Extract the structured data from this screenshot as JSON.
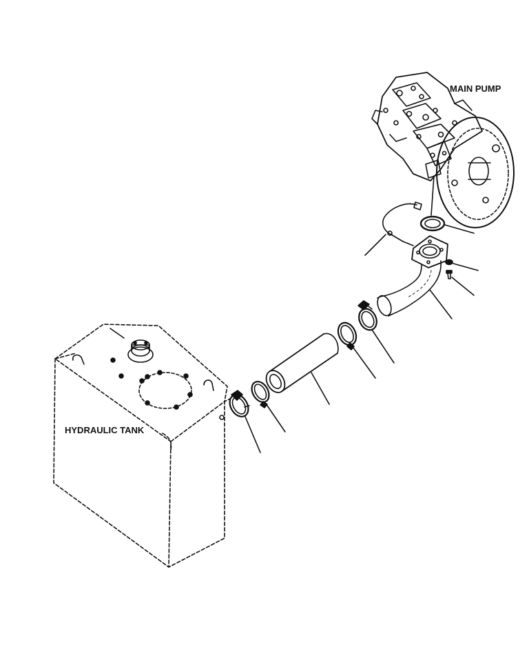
{
  "labels": {
    "main_pump": "MAIN PUMP",
    "hydraulic_tank": "HYDRAULIC TANK"
  },
  "colors": {
    "line": "#111111",
    "background": "#ffffff"
  },
  "parts": [
    {
      "name": "main-pump"
    },
    {
      "name": "o-ring"
    },
    {
      "name": "pressure-sensor-wire"
    },
    {
      "name": "washer"
    },
    {
      "name": "bolt"
    },
    {
      "name": "suction-elbow-flange"
    },
    {
      "name": "hose-clamp-upper-1"
    },
    {
      "name": "hose-clamp-upper-2"
    },
    {
      "name": "suction-hose"
    },
    {
      "name": "hose-clamp-lower-1"
    },
    {
      "name": "hose-clamp-lower-2"
    },
    {
      "name": "hydraulic-tank"
    }
  ]
}
